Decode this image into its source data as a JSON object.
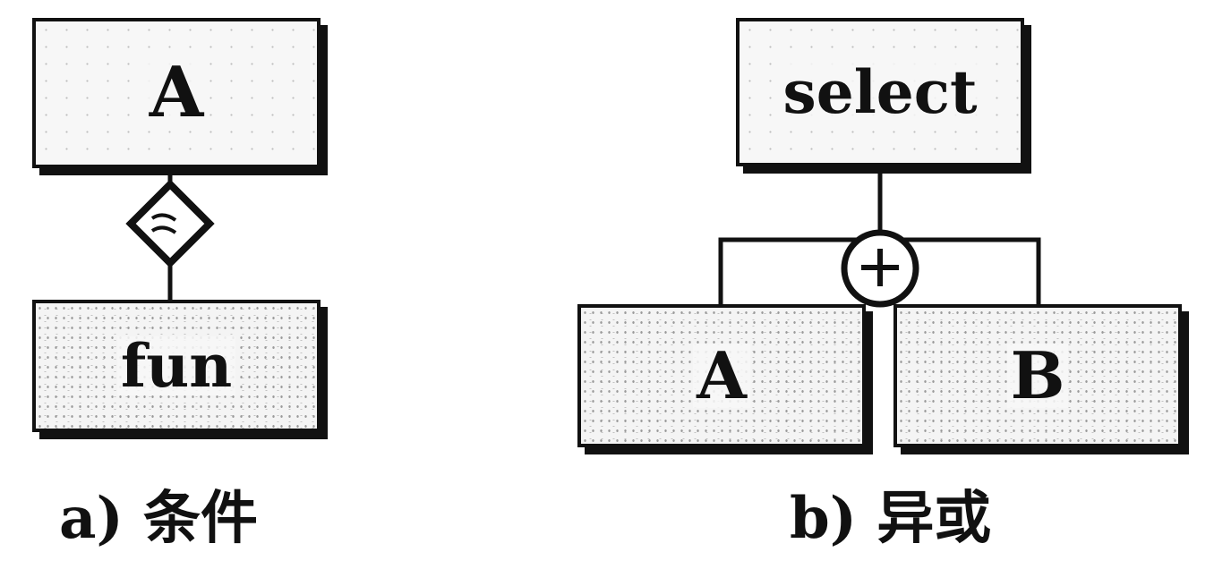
{
  "panel_a": {
    "parent_label": "A",
    "child_label": "fun",
    "caption": "a) 条件"
  },
  "panel_b": {
    "parent_label": "select",
    "left_child_label": "A",
    "right_child_label": "B",
    "caption": "b) 异或"
  },
  "colors": {
    "stroke": "#111111",
    "box_fill": "#f7f7f7"
  }
}
